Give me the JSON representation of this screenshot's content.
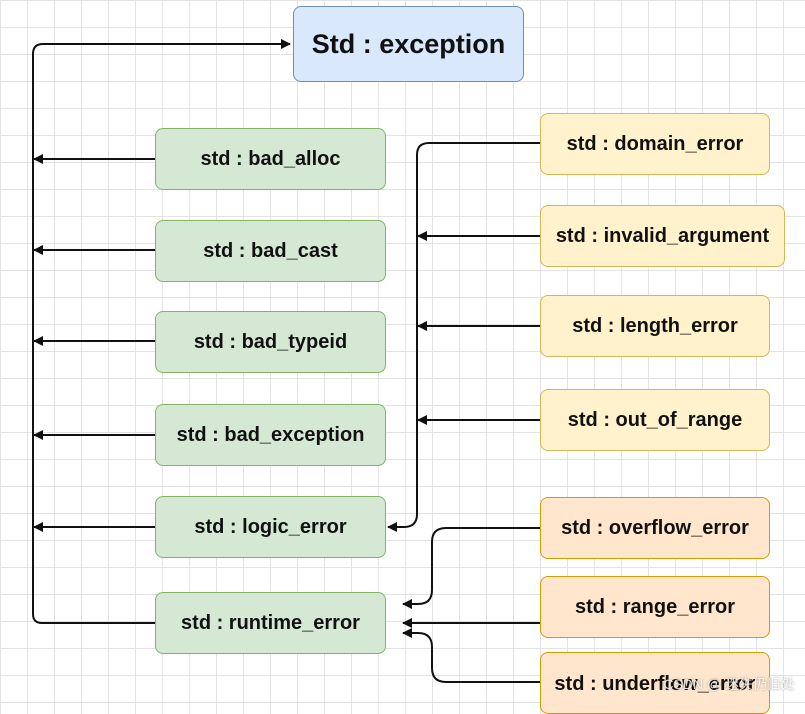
{
  "root": {
    "label": "Std : exception"
  },
  "left_nodes": [
    {
      "label": "std : bad_alloc"
    },
    {
      "label": "std : bad_cast"
    },
    {
      "label": "std : bad_typeid"
    },
    {
      "label": "std : bad_exception"
    },
    {
      "label": "std : logic_error"
    },
    {
      "label": "std : runtime_error"
    }
  ],
  "logic_children": [
    {
      "label": "std : domain_error"
    },
    {
      "label": "std : invalid_argument"
    },
    {
      "label": "std : length_error"
    },
    {
      "label": "std : out_of_range"
    }
  ],
  "runtime_children": [
    {
      "label": "std : overflow_error"
    },
    {
      "label": "std : range_error"
    },
    {
      "label": "std : underflow_error"
    }
  ],
  "watermark": "CSDN @ 迷失仍旧处",
  "colors": {
    "root_fill": "#dae8fc",
    "root_border": "#6c8ebf",
    "green_fill": "#d5e8d4",
    "green_border": "#82b366",
    "yellow_fill": "#fff2cc",
    "yellow_border": "#d6b656",
    "orange_fill": "#ffe6cc",
    "orange_border": "#d79b00",
    "edge": "#111111"
  }
}
